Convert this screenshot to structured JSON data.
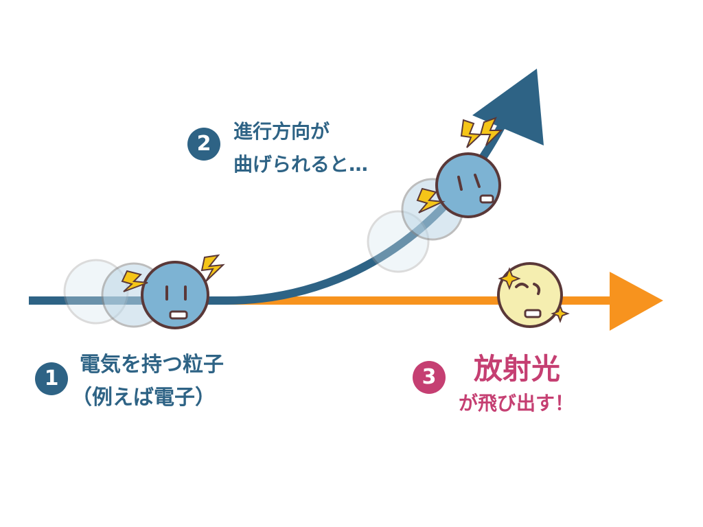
{
  "colors": {
    "electron_path": "#2e6385",
    "light_path": "#f7931e",
    "accent_pink": "#c53f72",
    "electron_ball": "#7db3d3",
    "light_ball": "#f5eeb0",
    "spark": "#f5c518"
  },
  "step1": {
    "number": "1",
    "line1": "電気を持つ粒子",
    "line2": "（例えば電子）"
  },
  "step2": {
    "number": "2",
    "line1": "進行方向が",
    "line2": "曲げられると…"
  },
  "step3": {
    "number": "3",
    "title": "放射光",
    "subtitle": "が飛び出す！"
  }
}
